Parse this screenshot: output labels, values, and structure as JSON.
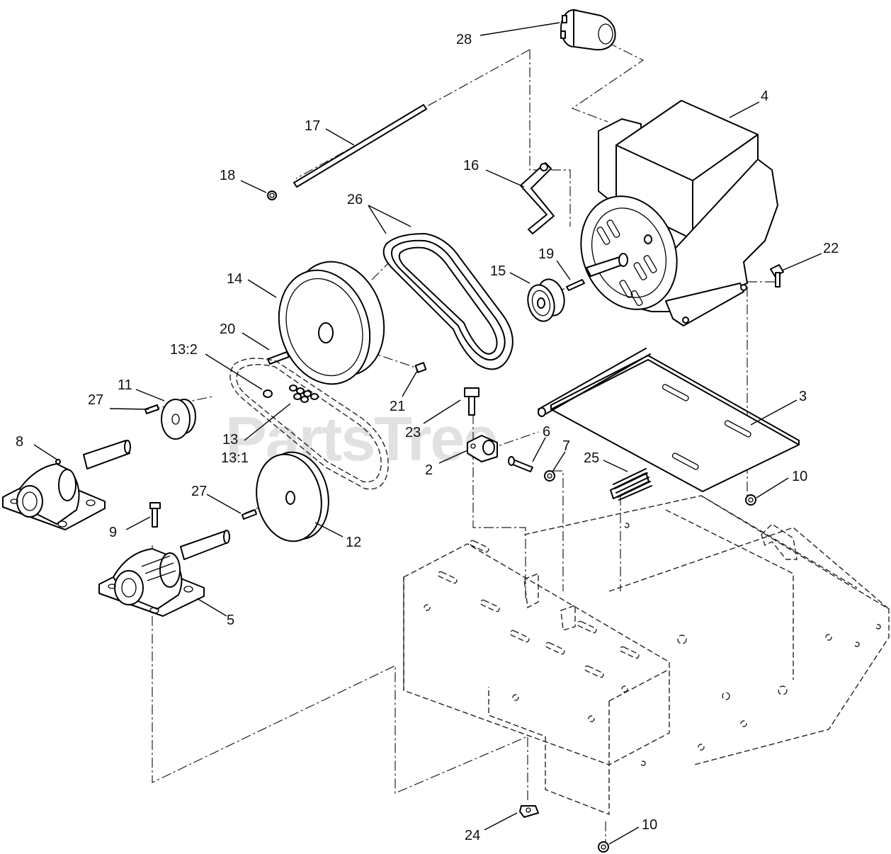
{
  "watermark": {
    "text": "PartsTree",
    "trademark": "TM"
  },
  "callouts": {
    "c28": "28",
    "c4": "4",
    "c17": "17",
    "c18": "18",
    "c16": "16",
    "c26": "26",
    "c14": "14",
    "c19": "19",
    "c15": "15",
    "c22": "22",
    "c20": "20",
    "c13_2": "13:2",
    "c21": "21",
    "c11": "11",
    "c27a": "27",
    "c3": "3",
    "c23": "23",
    "c13": "13",
    "c13_1": "13:1",
    "c8": "8",
    "c6": "6",
    "c7": "7",
    "c25": "25",
    "c2": "2",
    "c10a": "10",
    "c27b": "27",
    "c9": "9",
    "c12": "12",
    "c5": "5",
    "c24": "24",
    "c10b": "10"
  }
}
